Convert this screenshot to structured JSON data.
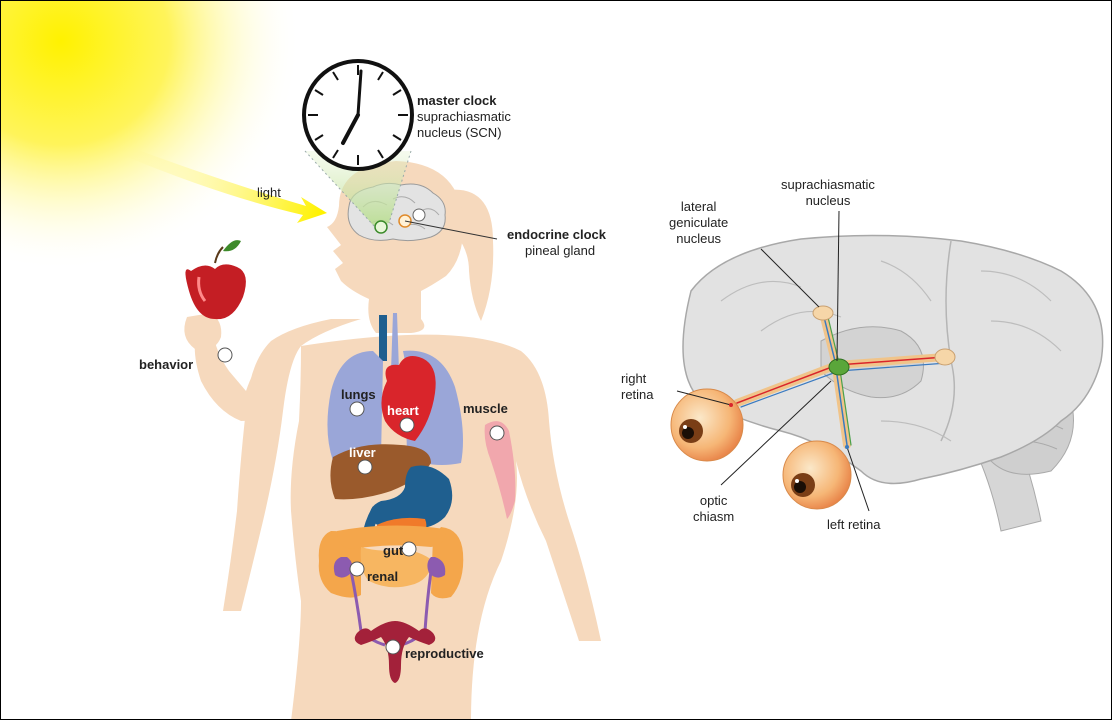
{
  "body_labels": {
    "master_clock_title": "master clock",
    "master_clock_sub": "suprachiasmatic\nnucleus (SCN)",
    "light": "light",
    "endocrine_clock_title": "endocrine clock",
    "endocrine_clock_sub": "pineal gland",
    "behavior": "behavior",
    "lungs": "lungs",
    "heart": "heart",
    "muscle": "muscle",
    "liver": "liver",
    "gut": "gut",
    "renal": "renal",
    "reproductive": "reproductive"
  },
  "brain_labels": {
    "lgn": "lateral\ngeniculate\nnucleus",
    "scn": "suprachiasmatic\nnucleus",
    "right_retina": "right\nretina",
    "optic_chiasm": "optic\nchiasm",
    "left_retina": "left retina"
  },
  "colors": {
    "sun": "#fff200",
    "skin": "#f6d9bd",
    "lungs": "#9aa6d8",
    "heart": "#d9252b",
    "liver": "#9a5a2c",
    "stomach": "#1f5f8f",
    "intestine": "#f4a64b",
    "kidney": "#8c5bb0",
    "reproductive": "#a3213a",
    "muscle": "#f1a7ad",
    "brain_gray": "#dedede",
    "scn_green": "#5aa63a"
  }
}
